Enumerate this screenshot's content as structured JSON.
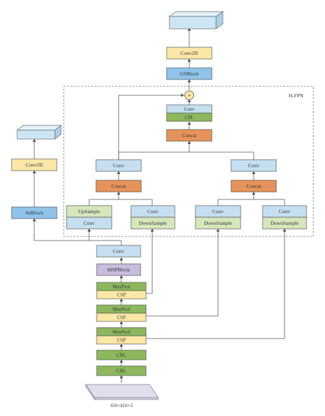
{
  "region_label": "H-FPN",
  "input_label": "416×416×3",
  "blocks": {
    "cbl1": "CBL",
    "cbl2": "CBL",
    "maxpool1": "MaxPool",
    "csp1": "CSP",
    "maxpool2": "MaxPool",
    "csp2": "CSP",
    "maxpool3": "MaxPool",
    "csp3": "CSP",
    "msp_block": "MSPBlock",
    "conv_backbone": "Conv",
    "upsample": "UpSample",
    "upsample_conv": "Conv",
    "downsample1_conv": "Conv",
    "downsample1": "DownSample",
    "downsample2_conv": "Conv",
    "downsample2": "DownSample",
    "downsample3_conv": "Conv",
    "downsample3": "DownSample",
    "concat_left": "Concat",
    "conv_left": "Conv",
    "concat_right": "Concat",
    "conv_right": "Conv",
    "concat_top": "Concat",
    "cbl_top": "CBL",
    "conv_top": "Conv",
    "add_symbol": "+",
    "gs_block": "GSBlock",
    "conv2d_right": "Conv2D",
    "ad_block": "AdBlock",
    "conv2d_left": "Conv2D"
  },
  "colors": {
    "blue": "#c5dff1",
    "green": "#8db85e",
    "yellow": "#fbe7a6",
    "purple": "#c8bbdc",
    "orange": "#e5935a",
    "lightgreen": "#d6e6bd",
    "darkblue": "#8fc3ea",
    "cube": "#cde6f6",
    "platform": "#e2dcef"
  }
}
